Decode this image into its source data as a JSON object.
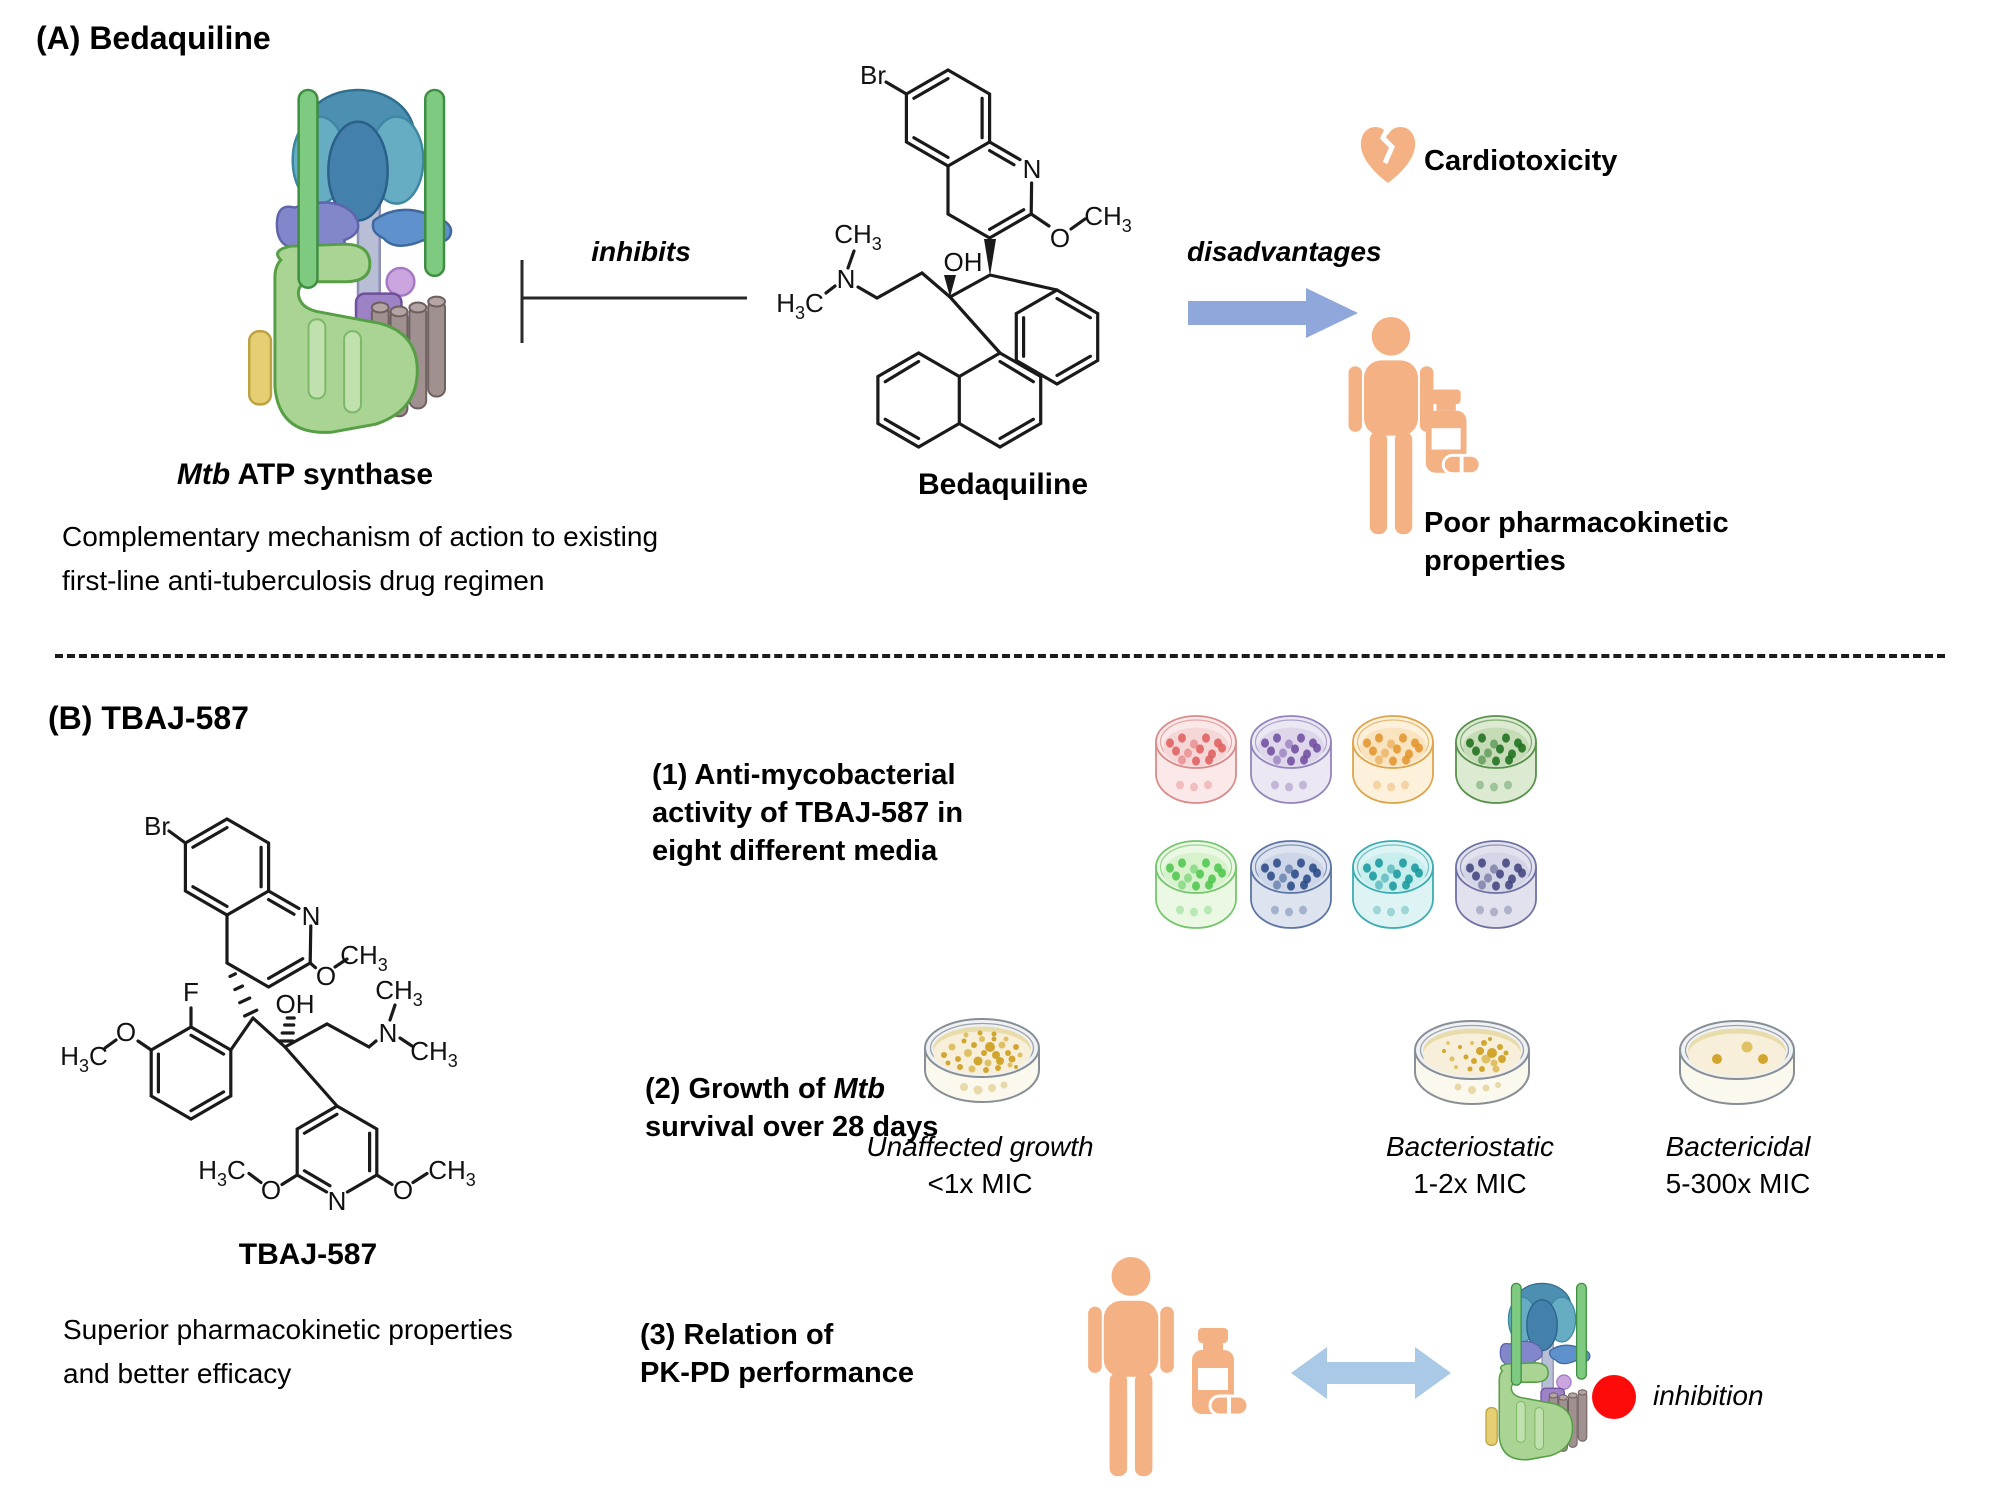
{
  "panel_a": {
    "title": "(A) Bedaquiline",
    "target_label_italic": "Mtb",
    "target_label_rest": " ATP synthase",
    "inhibits_label": "inhibits",
    "molecule_label": "Bedaquiline",
    "description_line1": "Complementary mechanism of action to existing",
    "description_line2": "first-line anti-tuberculosis drug regimen",
    "disadvantages_label": "disadvantages",
    "cardiotoxicity_label": "Cardiotoxicity",
    "poor_pk_line1": "Poor pharmacokinetic",
    "poor_pk_line2": "properties"
  },
  "panel_b": {
    "title": "(B) TBAJ-587",
    "molecule_label": "TBAJ-587",
    "description_line1": "Superior pharmacokinetic properties",
    "description_line2": "and better efficacy",
    "item1_line1": "(1) Anti-mycobacterial",
    "item1_line2": "activity of TBAJ-587 in",
    "item1_line3": "eight different media",
    "item2_line1_prefix": "(2) Growth of ",
    "item2_line1_italic": "Mtb",
    "item2_line2": "survival over 28 days",
    "item3_line1": "(3) Relation of",
    "item3_line2": "PK-PD performance",
    "inhibition_label": "inhibition"
  },
  "growth_dishes": [
    {
      "name": "unaffected",
      "label_line1": "Unaffected growth",
      "label_line2": "<1x MIC",
      "density": "many"
    },
    {
      "name": "bacteriostatic",
      "label_line1": "Bacteriostatic",
      "label_line2": "1-2x MIC",
      "density": "moderate"
    },
    {
      "name": "bactericidal",
      "label_line1": "Bactericidal",
      "label_line2": "5-300x MIC",
      "density": "few"
    }
  ],
  "media_dishes": [
    {
      "name": "red",
      "stroke": "#d98b8b",
      "fill_light": "#fbe9e9",
      "fill_mid": "#f6d7d7",
      "colony": "#e06060"
    },
    {
      "name": "purple",
      "stroke": "#9484bc",
      "fill_light": "#ebe7f3",
      "fill_mid": "#ded7ec",
      "colony": "#6f4fa1"
    },
    {
      "name": "orange",
      "stroke": "#dca54e",
      "fill_light": "#fdf1dc",
      "fill_mid": "#fae4bf",
      "colony": "#e3942e"
    },
    {
      "name": "dark-green",
      "stroke": "#58904c",
      "fill_light": "#dcead2",
      "fill_mid": "#c6dcb6",
      "colony": "#1f6f1f"
    },
    {
      "name": "light-green",
      "stroke": "#74c66c",
      "fill_light": "#eaf8e4",
      "fill_mid": "#d8f2ce",
      "colony": "#4ec64e"
    },
    {
      "name": "navy",
      "stroke": "#5b74a4",
      "fill_light": "#dee4ef",
      "fill_mid": "#ccd6e8",
      "colony": "#2a4a88"
    },
    {
      "name": "teal",
      "stroke": "#3cacb2",
      "fill_light": "#def4f4",
      "fill_mid": "#c8eeee",
      "colony": "#18989e"
    },
    {
      "name": "slate",
      "stroke": "#6e71a4",
      "fill_light": "#e2e2ee",
      "fill_mid": "#d4d5e6",
      "colony": "#43467f"
    }
  ],
  "chem": {
    "Br": "Br",
    "N": "N",
    "O": "O",
    "OH": "OH",
    "F": "F",
    "CH": "CH",
    "C": "C",
    "H": "H",
    "sub3": "3"
  },
  "colors": {
    "arrow_a": "#8fa7db",
    "arrow_b": "#a9c9e6",
    "icon_peach": "#f4b183",
    "inhibition_red": "#fd0b0b",
    "cream_colony": "#d2a62e"
  }
}
